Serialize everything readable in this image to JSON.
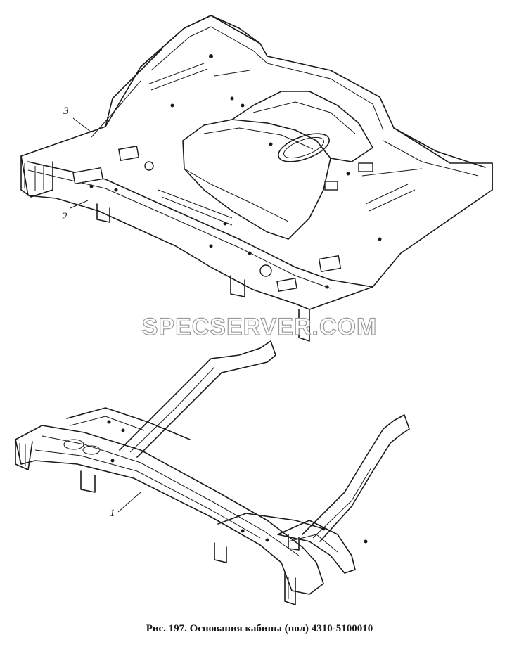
{
  "figure": {
    "caption": "Рис. 197. Основания кабины (пол) 4310-5100010",
    "watermark": "SPECSERVER.COM"
  },
  "callouts": [
    {
      "id": "1",
      "label": "1"
    },
    {
      "id": "2",
      "label": "2"
    },
    {
      "id": "3",
      "label": "3"
    }
  ]
}
